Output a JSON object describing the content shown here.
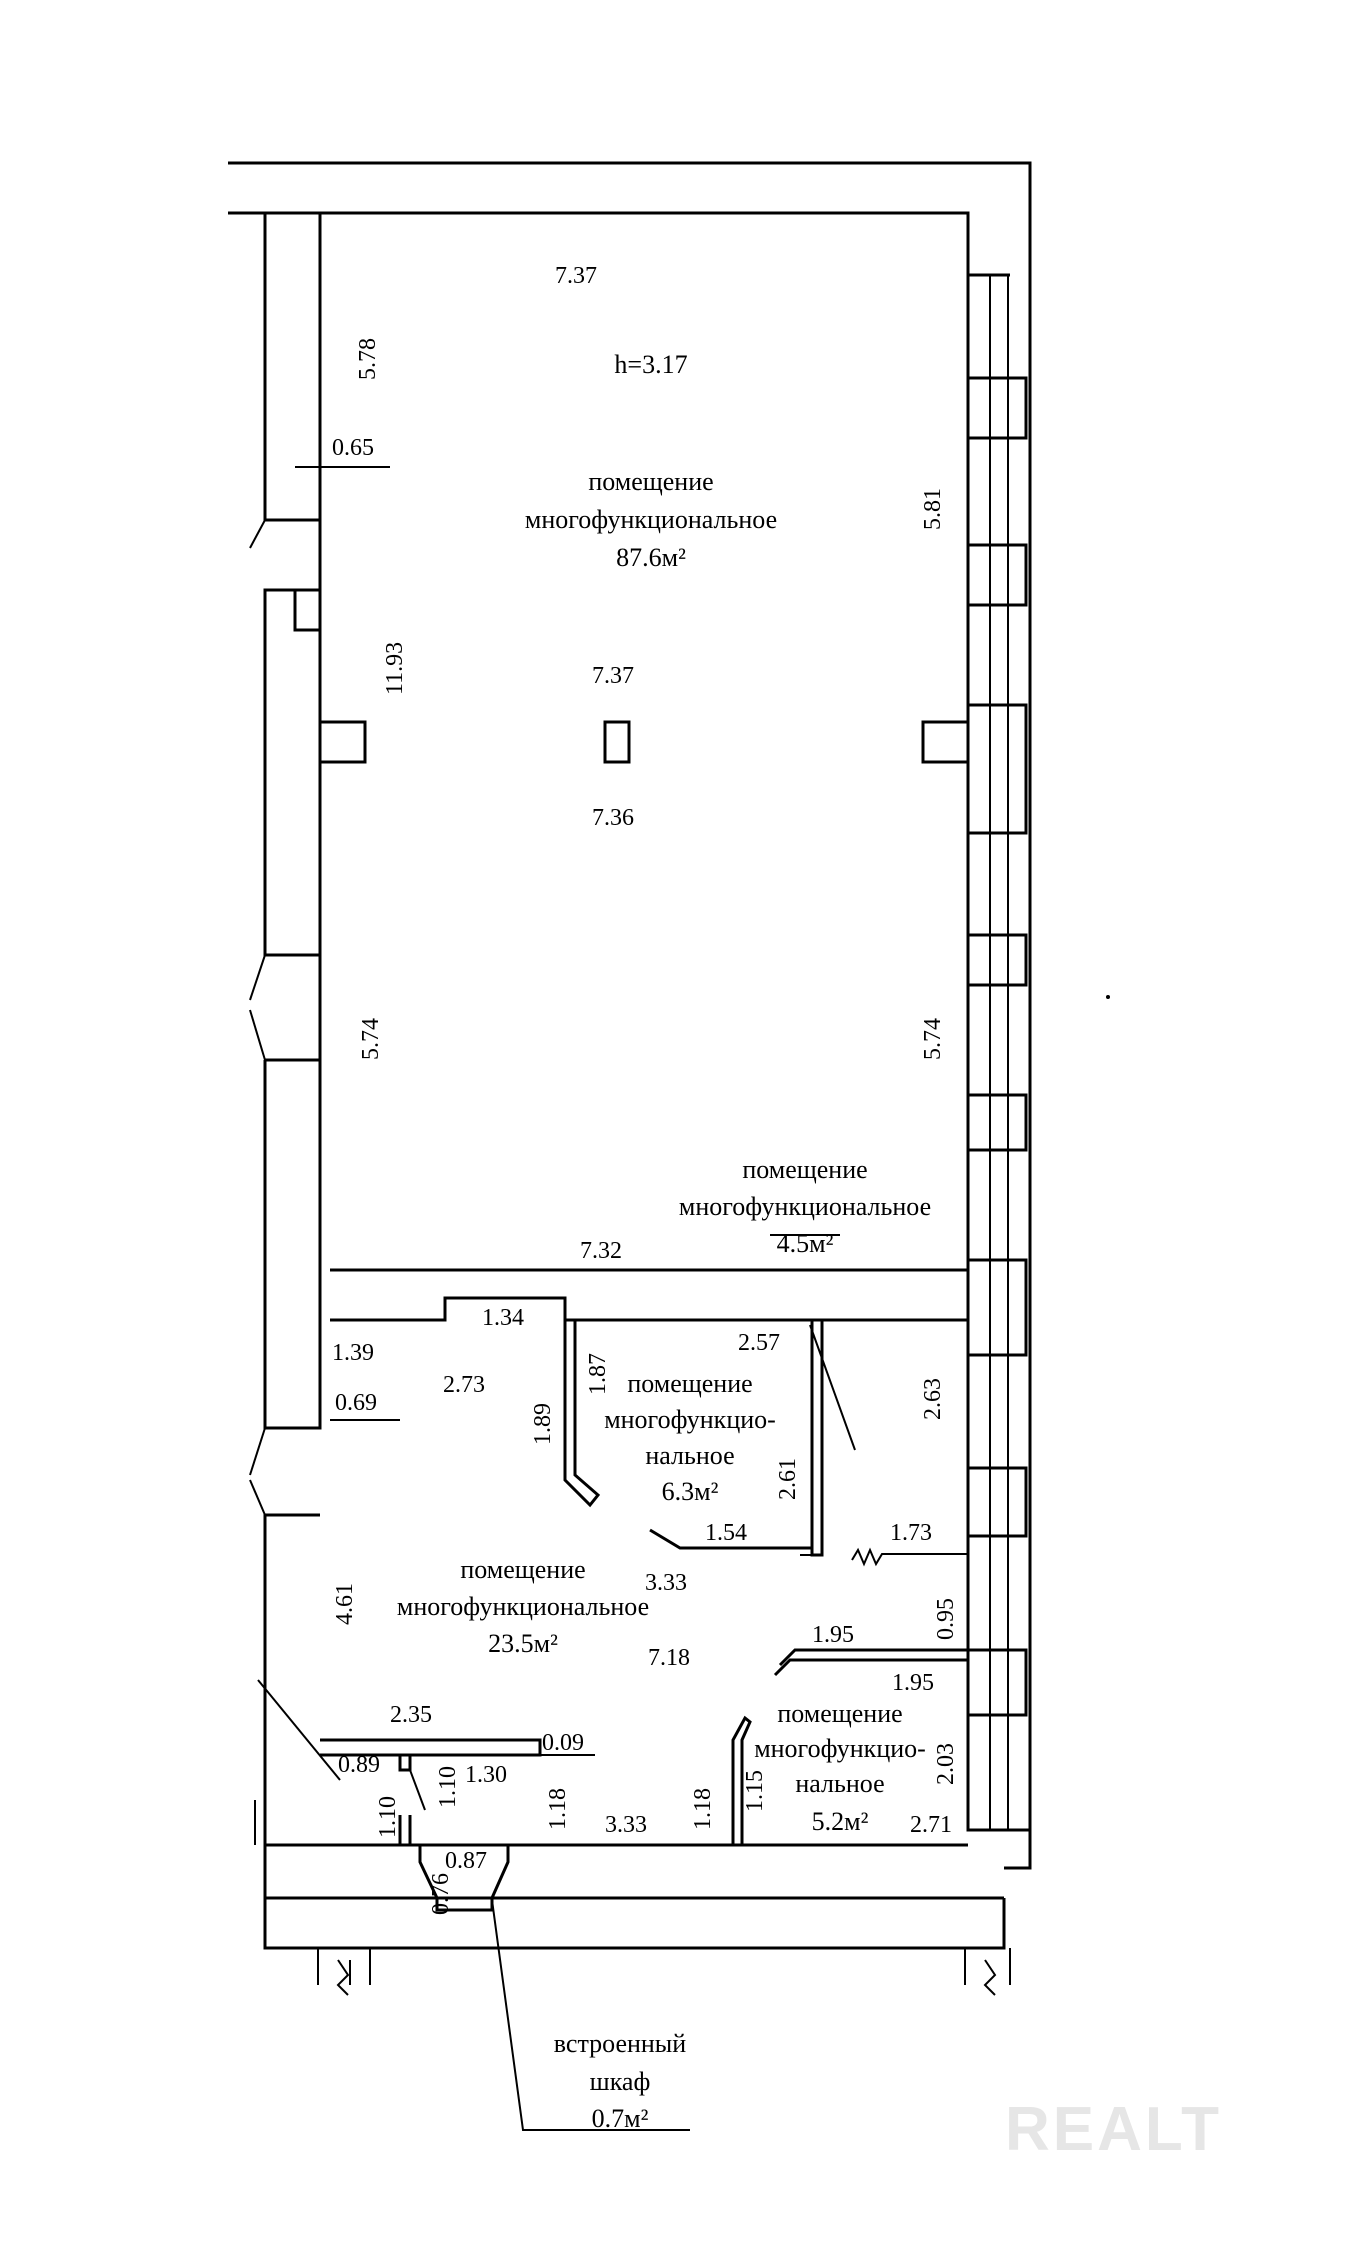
{
  "watermark": "REALT",
  "ceiling_height": "h=3.17",
  "rooms": {
    "main": {
      "line1": "помещение",
      "line2": "многофункциональное",
      "area": "87.6м²"
    },
    "small_top": {
      "line1": "помещение",
      "line2": "многофункциональное",
      "area": "4.5м²"
    },
    "middle": {
      "line1": "помещение",
      "line2": "многофункцио-",
      "line3": "нальное",
      "area": "6.3м²"
    },
    "large_lower": {
      "line1": "помещение",
      "line2": "многофункциональное",
      "area": "23.5м²"
    },
    "lower_right": {
      "line1": "помещение",
      "line2": "многофункцио-",
      "line3": "нальное",
      "area": "5.2м²"
    },
    "closet": {
      "line1": "встроенный",
      "line2": "шкаф",
      "area": "0.7м²"
    }
  },
  "dimensions": {
    "d1": "7.37",
    "d2": "5.78",
    "d3": "0.65",
    "d4": "5.81",
    "d5": "11.93",
    "d6": "7.37",
    "d7": "7.36",
    "d8": "5.74",
    "d9": "5.74",
    "d10": "7.32",
    "d11": "1.34",
    "d12": "1.39",
    "d13": "2.73",
    "d14": "0.69",
    "d15": "1.89",
    "d16": "1.87",
    "d17": "2.57",
    "d18": "2.63",
    "d19": "2.61",
    "d20": "1.54",
    "d21": "1.73",
    "d22": "3.33",
    "d23": "4.61",
    "d24": "0.95",
    "d25": "7.18",
    "d26": "1.95",
    "d27": "1.95",
    "d28": "2.35",
    "d29": "0.09",
    "d30": "0.89",
    "d31": "1.30",
    "d32": "1.10",
    "d33": "1.10",
    "d34": "1.18",
    "d35": "3.33",
    "d36": "1.18",
    "d37": "1.15",
    "d38": "2.03",
    "d39": "2.71",
    "d40": "0.87",
    "d41": "0.76"
  }
}
